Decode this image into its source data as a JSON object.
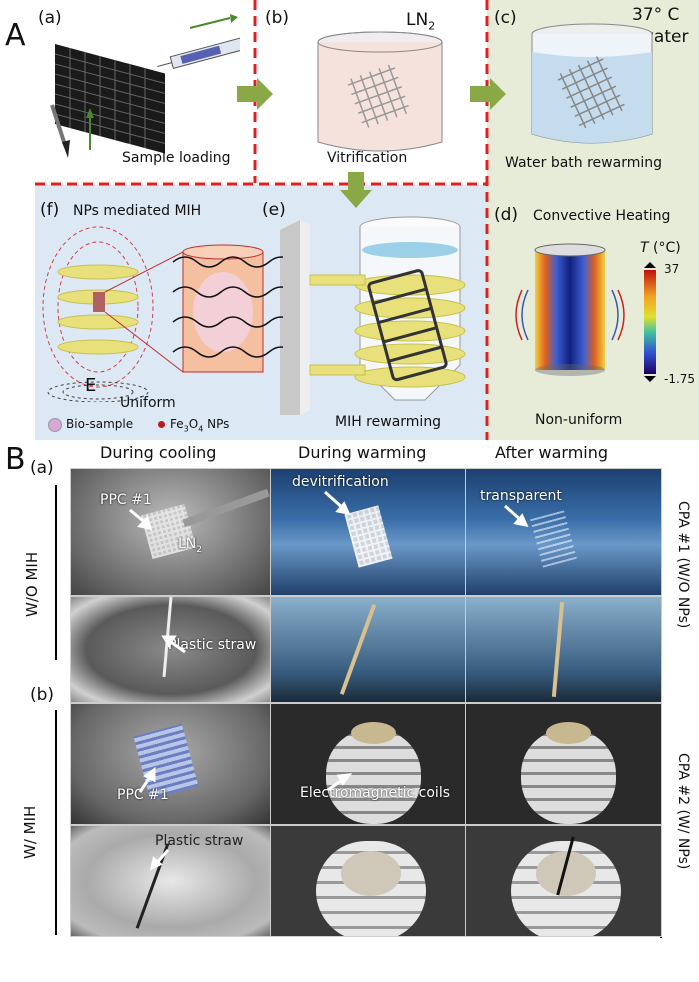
{
  "panel_A": {
    "label": "A",
    "a": {
      "label": "(a)",
      "caption": "Sample loading"
    },
    "b": {
      "label": "(b)",
      "ln2": "LN",
      "ln2_sub": "2",
      "caption": "Vitrification"
    },
    "c": {
      "label": "(c)",
      "temp": "37° C",
      "medium": "water",
      "caption": "Water bath rewarming"
    },
    "d": {
      "label": "(d)",
      "title": "Convective Heating",
      "colorbar_symbol": "T",
      "colorbar_unit": "(°C)",
      "colorbar_max": "37",
      "colorbar_min": "-1.75",
      "caption": "Non-uniform"
    },
    "e": {
      "label": "(e)",
      "caption": "MIH rewarming"
    },
    "f": {
      "label": "(f)",
      "title": "NPs mediated MIH",
      "field": "E",
      "uniform": "Uniform",
      "legend_bio": "Bio-sample",
      "legend_np": "Fe",
      "legend_np_sub1": "3",
      "legend_np_mid": "O",
      "legend_np_sub2": "4",
      "legend_np_end": " NPs"
    }
  },
  "panel_B": {
    "label": "B",
    "a": {
      "label": "(a)"
    },
    "b": {
      "label": "(b)"
    },
    "col_headers": [
      "During cooling",
      "During warming",
      "After warming"
    ],
    "row_a_side": "W/O MIH",
    "row_b_side": "W/ MIH",
    "right_a": "CPA #1 (W/O NPs)",
    "right_b": "CPA #2 (W/ NPs)",
    "annotations": {
      "ppc1_a": "PPC #1",
      "ln2": "LN",
      "ln2_sub": "2",
      "devit": "devitrification",
      "transparent": "transparent",
      "straw_a": "Plastic straw",
      "ppc1_b": "PPC #1",
      "coils": "Electromagnetic coils",
      "straw_b": "Plastic straw"
    }
  },
  "colors": {
    "dash_red": "#e02020",
    "arrow_green": "#8aa845",
    "panel_blue": "#dde8f5",
    "panel_green": "#e6ecd8"
  }
}
